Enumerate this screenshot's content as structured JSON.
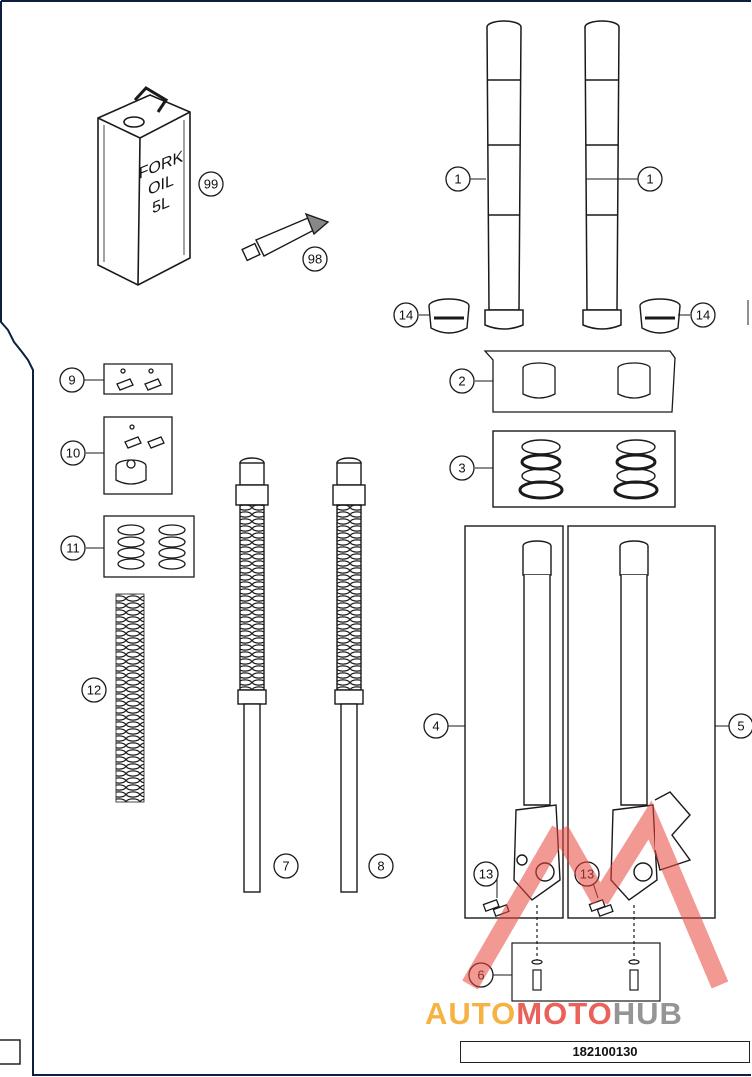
{
  "can": {
    "label_line1": "FORK",
    "label_line2": "OIL",
    "label_line3": "5L"
  },
  "callouts": {
    "c1a": "1",
    "c1b": "1",
    "c2": "2",
    "c3": "3",
    "c4": "4",
    "c5": "5",
    "c6": "6",
    "c7": "7",
    "c8": "8",
    "c9": "9",
    "c10": "10",
    "c11": "11",
    "c12": "12",
    "c13a": "13",
    "c13b": "13",
    "c14a": "14",
    "c14b": "14",
    "c98": "98",
    "c99": "99"
  },
  "footer": {
    "drawing_number": "182100130"
  },
  "watermark": {
    "part1": "AUTO",
    "part2": "MOTO",
    "part3": "HUB"
  },
  "colors": {
    "line": "#1a1a1a",
    "frame": "#0d1f40",
    "watermark_orange": "#f5a623",
    "watermark_red": "#e8453c",
    "watermark_gray": "#8a8a8a"
  }
}
